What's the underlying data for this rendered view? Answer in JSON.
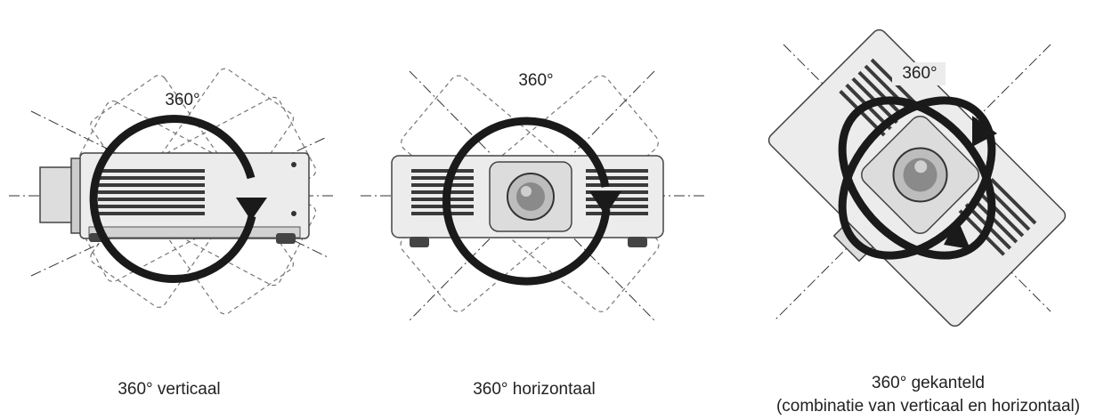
{
  "diagrams": [
    {
      "id": "vertical",
      "degree_label": "360°",
      "caption_lines": [
        "360° verticaal"
      ]
    },
    {
      "id": "horizontal",
      "degree_label": "360°",
      "caption_lines": [
        "360° horizontaal"
      ]
    },
    {
      "id": "tilted",
      "degree_label": "360°",
      "caption_lines": [
        "360° gekanteld",
        "(combinatie van verticaal en horizontaal)"
      ]
    }
  ],
  "colors": {
    "line": "#222222",
    "body": "#e6e6e6",
    "body_stroke": "#444444",
    "vent": "#3a3a3a",
    "arrow": "#1a1a1a"
  }
}
